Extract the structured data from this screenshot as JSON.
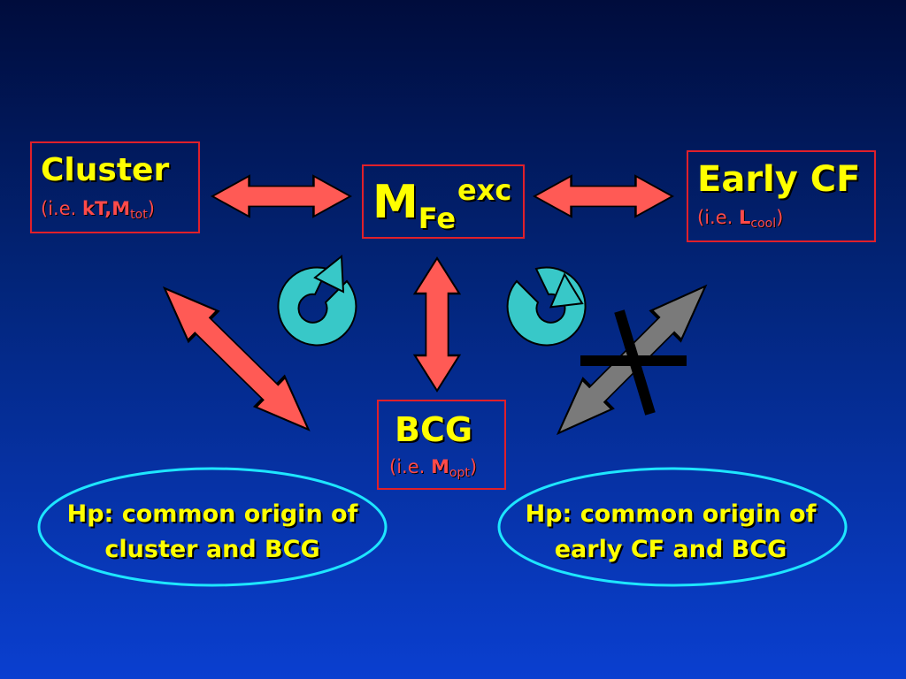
{
  "cluster": {
    "title": "Cluster",
    "sub_prefix": "(i.e. ",
    "sub_kT": "kT,M",
    "sub_tot": "tot",
    "sub_suffix": ")"
  },
  "mfe": {
    "main": "M",
    "subscript": "Fe",
    "superscript": "exc"
  },
  "early_cf": {
    "title": "Early CF",
    "sub_prefix": "(i.e. ",
    "sub_L": "L",
    "sub_cool": "cool",
    "sub_suffix": ")"
  },
  "bcg": {
    "title": "BCG",
    "sub_prefix": "(i.e. ",
    "sub_M": "M",
    "sub_opt": "opt",
    "sub_suffix": ")"
  },
  "hypotheses": {
    "left": [
      "Hp: common origin of",
      "cluster and BCG"
    ],
    "right": [
      "Hp: common origin of",
      "early CF and BCG"
    ]
  },
  "colors": {
    "background_top": "#000c3c",
    "background_bottom": "#0a3fd0",
    "box_border": "#e0202a",
    "arrow_red": "#ff5a55",
    "arrow_gray": "#7a7a7a",
    "cycle_teal": "#38c8c8",
    "ellipse_border": "#1ee6ff",
    "text_yellow": "#ffff00",
    "text_red": "#ff3b3b"
  },
  "icons": [
    "double-arrow",
    "cycle-counterclockwise-icon",
    "cycle-clockwise-icon",
    "cross-mark-icon"
  ]
}
